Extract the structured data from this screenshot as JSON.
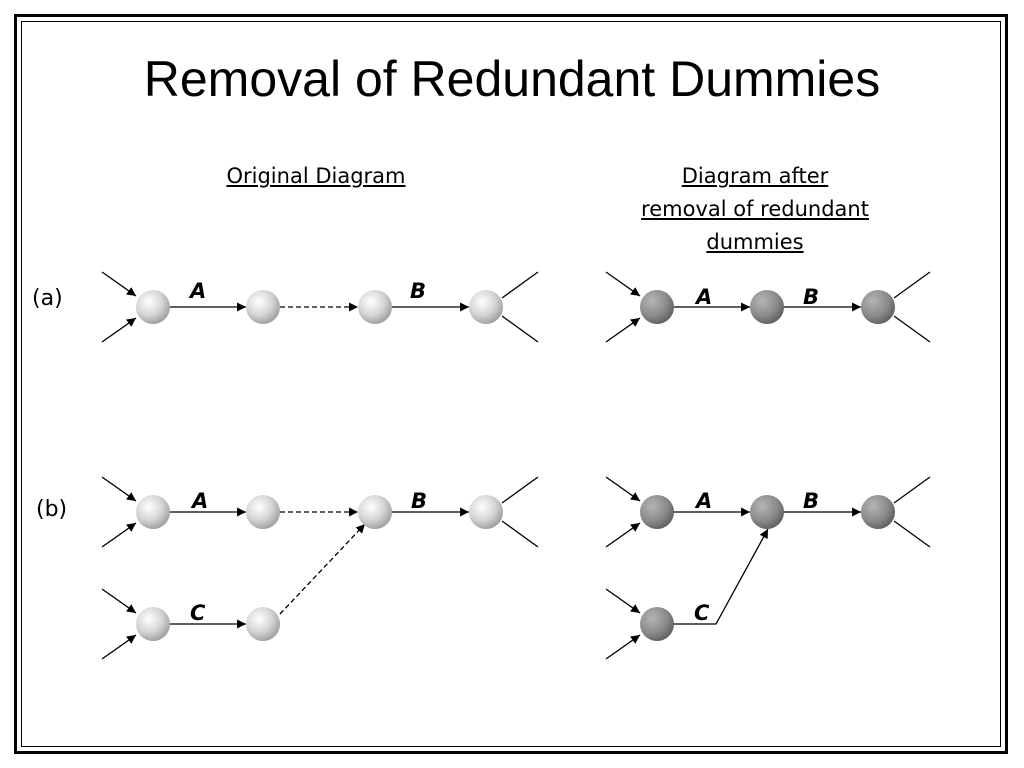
{
  "slide": {
    "title": "Removal of Redundant Dummies",
    "left_heading": "Original Diagram",
    "right_heading_lines": [
      "Diagram after",
      "removal of redundant",
      "dummies"
    ]
  },
  "rows": {
    "a_label": "(a)",
    "b_label": "(b)"
  },
  "activities": {
    "A": "A",
    "B": "B",
    "C": "C"
  },
  "colors": {
    "node_light": "#ffffff",
    "node_light_edge": "#9a9a9a",
    "node_dark": "#8e8e8e",
    "node_dark_edge": "#555555",
    "line": "#000000"
  }
}
